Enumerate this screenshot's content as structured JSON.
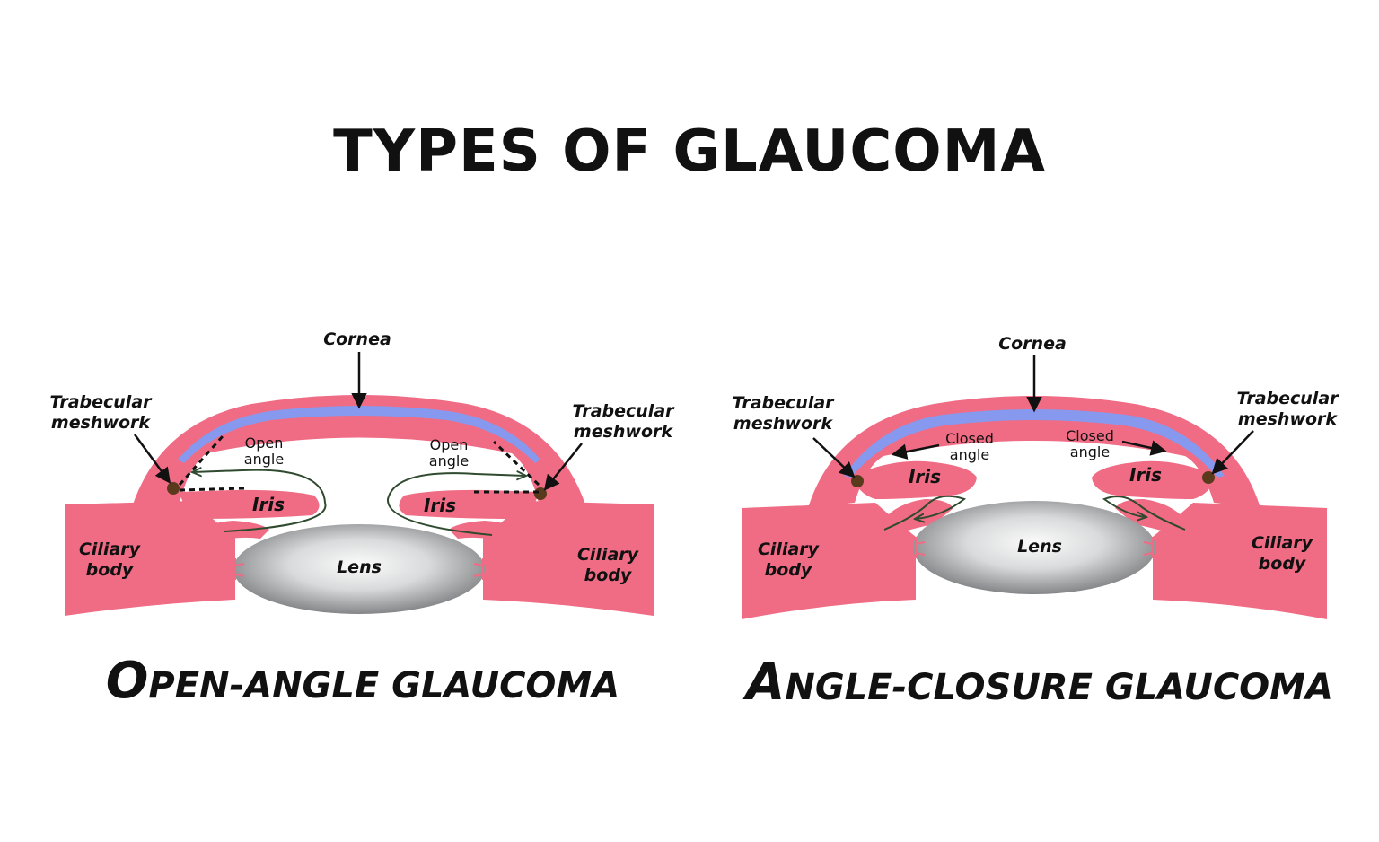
{
  "title": "TYPES OF GLAUCOMA",
  "colors": {
    "tissue": "#f06b84",
    "tissue_light": "#f7a7b6",
    "cornea_inner": "#8799ee",
    "meshwork": "#5a3a1c",
    "lens_dark": "#6e7073",
    "lens_light": "#fbfbfb",
    "flow_line": "#2f4a2f"
  },
  "panels": {
    "open": {
      "label_cornea": "Cornea",
      "label_trab_left": [
        "Trabecular",
        "meshwork"
      ],
      "label_trab_right": [
        "Trabecular",
        "meshwork"
      ],
      "label_angle_left": [
        "Open",
        "angle"
      ],
      "label_angle_right": [
        "Open",
        "angle"
      ],
      "label_iris_left": "Iris",
      "label_iris_right": "Iris",
      "label_ciliary_left": [
        "Ciliary",
        "body"
      ],
      "label_ciliary_right": [
        "Ciliary",
        "body"
      ],
      "label_lens": "Lens",
      "title_initial": "O",
      "title_rest": "PEN-ANGLE GLAUCOMA"
    },
    "closed": {
      "label_cornea": "Cornea",
      "label_trab_left": [
        "Trabecular",
        "meshwork"
      ],
      "label_trab_right": [
        "Trabecular",
        "meshwork"
      ],
      "label_angle_left": [
        "Closed",
        "angle"
      ],
      "label_angle_right": [
        "Closed",
        "angle"
      ],
      "label_iris_left": "Iris",
      "label_iris_right": "Iris",
      "label_ciliary_left": [
        "Ciliary",
        "body"
      ],
      "label_ciliary_right": [
        "Ciliary",
        "body"
      ],
      "label_lens": "Lens",
      "title_initial": "A",
      "title_rest": "NGLE-CLOSURE GLAUCOMA"
    }
  }
}
